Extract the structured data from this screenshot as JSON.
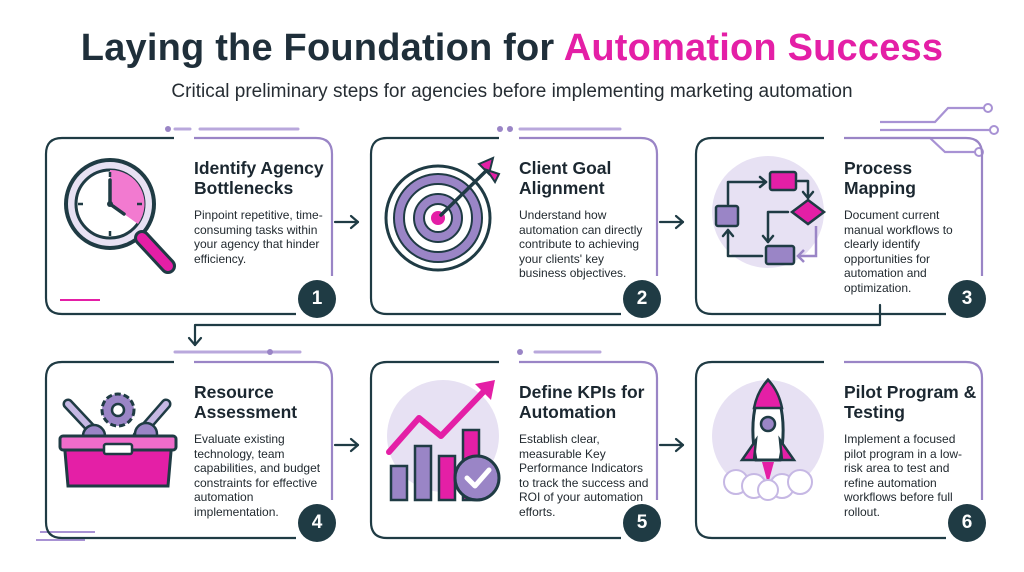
{
  "header": {
    "title_main": "Laying the Foundation for ",
    "title_accent": "Automation Success",
    "subtitle": "Critical preliminary steps for agencies before implementing marketing automation"
  },
  "colors": {
    "dark": "#1f3b44",
    "accent": "#e41fa6",
    "lavender": "#9a85c6",
    "lavender_light": "#e7e1f3"
  },
  "steps": [
    {
      "number": "1",
      "title": "Identify Agency Bottlenecks",
      "description": "Pinpoint repetitive, time-consuming tasks within your agency that hinder efficiency.",
      "icon": "magnifier-clock-icon"
    },
    {
      "number": "2",
      "title": "Client Goal Alignment",
      "description": "Understand how automation can directly contribute to achieving your clients' key business objectives.",
      "icon": "target-arrow-icon"
    },
    {
      "number": "3",
      "title": "Process Mapping",
      "description": "Document current manual workflows to clearly identify opportunities for automation and optimization.",
      "icon": "flowchart-icon"
    },
    {
      "number": "4",
      "title": "Resource Assessment",
      "description": "Evaluate existing technology, team capabilities, and budget constraints for effective automation implementation.",
      "icon": "toolbox-gears-icon"
    },
    {
      "number": "5",
      "title": "Define KPIs for Automation",
      "description": "Establish clear, measurable Key Performance Indicators to track the success and ROI of your automation efforts.",
      "icon": "growth-chart-check-icon"
    },
    {
      "number": "6",
      "title": "Pilot Program & Testing",
      "description": "Implement a focused pilot program in a low-risk area to test and refine automation workflows before full rollout.",
      "icon": "rocket-launch-icon"
    }
  ]
}
